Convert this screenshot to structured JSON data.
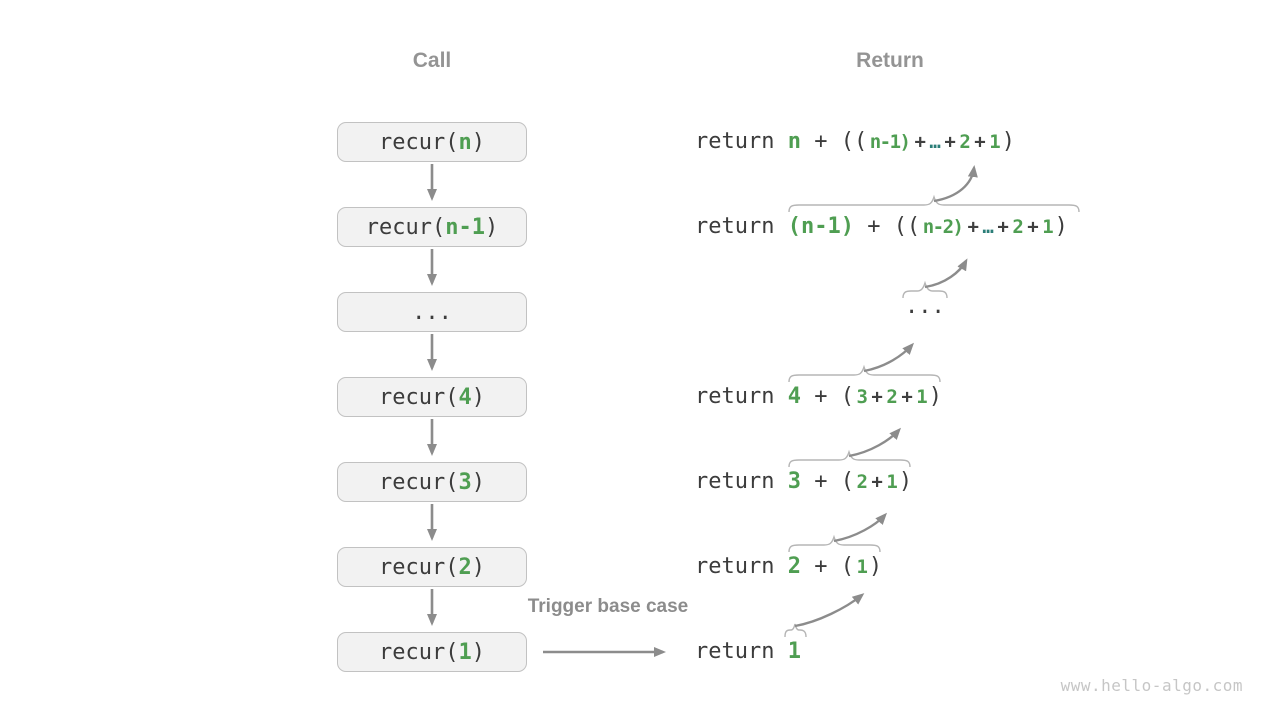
{
  "headers": {
    "call": "Call",
    "return": "Return"
  },
  "trigger_label": "Trigger base case",
  "watermark": "www.hello-algo.com",
  "colors": {
    "value_green": "#4f9e52",
    "ellipsis_teal": "#2b7e78",
    "code_text": "#3c3c3c",
    "arrow_gray": "#8c8c8c",
    "box_fill": "#f2f2f2",
    "box_border": "#c2c2c2"
  },
  "call_stack": [
    {
      "pre": "recur(",
      "arg": "n",
      "post": ")"
    },
    {
      "pre": "recur(",
      "arg": "n-1",
      "post": ")"
    },
    {
      "pre": "...",
      "arg": "",
      "post": ""
    },
    {
      "pre": "recur(",
      "arg": "4",
      "post": ")"
    },
    {
      "pre": "recur(",
      "arg": "3",
      "post": ")"
    },
    {
      "pre": "recur(",
      "arg": "2",
      "post": ")"
    },
    {
      "pre": "recur(",
      "arg": "1",
      "post": ")"
    }
  ],
  "return_lines": [
    {
      "tokens": [
        {
          "t": "return ",
          "s": "plain"
        },
        {
          "t": "n",
          "s": "green"
        },
        {
          "t": " + ((",
          "s": "plain"
        },
        {
          "t": "n-1)",
          "s": "cg"
        },
        {
          "t": "+",
          "s": "cop"
        },
        {
          "t": "…",
          "s": "cdots"
        },
        {
          "t": "+",
          "s": "cop"
        },
        {
          "t": "2",
          "s": "cg"
        },
        {
          "t": "+",
          "s": "cop"
        },
        {
          "t": "1",
          "s": "cg"
        },
        {
          "t": ")",
          "s": "plain"
        }
      ]
    },
    {
      "tokens": [
        {
          "t": "return ",
          "s": "plain"
        },
        {
          "t": "(n-1)",
          "s": "green"
        },
        {
          "t": " + ((",
          "s": "plain"
        },
        {
          "t": "n-2)",
          "s": "cg"
        },
        {
          "t": "+",
          "s": "cop"
        },
        {
          "t": "…",
          "s": "cdots"
        },
        {
          "t": "+",
          "s": "cop"
        },
        {
          "t": "2",
          "s": "cg"
        },
        {
          "t": "+",
          "s": "cop"
        },
        {
          "t": "1",
          "s": "cg"
        },
        {
          "t": ")",
          "s": "plain"
        }
      ]
    },
    {
      "tokens": [
        {
          "t": "...",
          "s": "plain"
        }
      ]
    },
    {
      "tokens": [
        {
          "t": "return ",
          "s": "plain"
        },
        {
          "t": "4",
          "s": "green"
        },
        {
          "t": " + (",
          "s": "plain"
        },
        {
          "t": "3",
          "s": "cg"
        },
        {
          "t": "+",
          "s": "cop"
        },
        {
          "t": "2",
          "s": "cg"
        },
        {
          "t": "+",
          "s": "cop"
        },
        {
          "t": "1",
          "s": "cg"
        },
        {
          "t": ")",
          "s": "plain"
        }
      ]
    },
    {
      "tokens": [
        {
          "t": "return ",
          "s": "plain"
        },
        {
          "t": "3",
          "s": "green"
        },
        {
          "t": " + (",
          "s": "plain"
        },
        {
          "t": "2",
          "s": "cg"
        },
        {
          "t": "+",
          "s": "cop"
        },
        {
          "t": "1",
          "s": "cg"
        },
        {
          "t": ")",
          "s": "plain"
        }
      ]
    },
    {
      "tokens": [
        {
          "t": "return ",
          "s": "plain"
        },
        {
          "t": "2",
          "s": "green"
        },
        {
          "t": " + (",
          "s": "plain"
        },
        {
          "t": "1",
          "s": "cg"
        },
        {
          "t": ")",
          "s": "plain"
        }
      ]
    },
    {
      "tokens": [
        {
          "t": "return ",
          "s": "plain"
        },
        {
          "t": "1",
          "s": "green"
        }
      ]
    }
  ]
}
